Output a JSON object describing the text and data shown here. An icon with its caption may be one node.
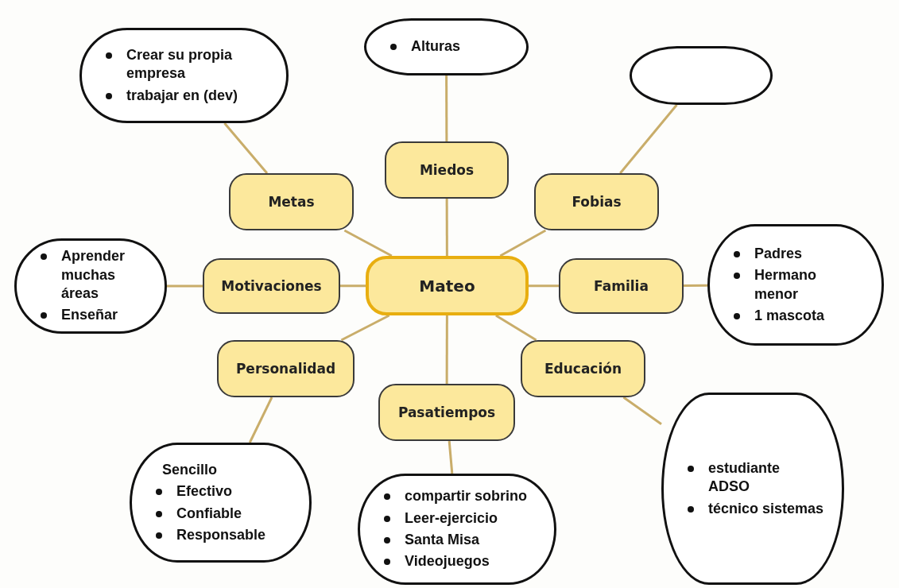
{
  "diagram": {
    "nodes": [
      {
        "text": [
          "Alturas"
        ]
      },
      {
        "text": [
          "Crear su propia empresa",
          "trabajar en (dev)"
        ]
      },
      {
        "text": [],
        "shape": "box"
      },
      {
        "text": [
          "Miedos"
        ]
      },
      {
        "text": [
          "Metas"
        ]
      },
      {
        "text": [
          "Fobias"
        ]
      },
      {
        "text": [
          "Aprender muchas áreas",
          "Enseñar"
        ]
      },
      {
        "text": [
          "Motivaciones"
        ]
      },
      {
        "text": [
          "Mateo"
        ]
      },
      {
        "text": [
          "Familia"
        ]
      },
      {
        "text": [
          "Padres",
          "Hermano menor",
          "1 mascota"
        ]
      },
      {
        "text": [
          "Personalidad"
        ]
      },
      {
        "text": [
          "Educación"
        ]
      },
      {
        "text": [
          "Pasatiempos"
        ]
      },
      {
        "text": [
          "estudiante ADSO",
          "técnico sistemas"
        ]
      },
      {
        "text": [
          "Sencillo",
          "Efectivo",
          "Confiable",
          "Responsable"
        ]
      },
      {
        "text": [
          "compartir sobrino",
          "Leer-ejercicio",
          "Santa Misa",
          "Videojuegos"
        ]
      }
    ],
    "edges": [
      {
        "from": 8,
        "to": 3,
        "arrow": "none"
      },
      {
        "from": 8,
        "to": 4,
        "arrow": "none"
      },
      {
        "from": 8,
        "to": 5,
        "arrow": "none"
      },
      {
        "from": 8,
        "to": 7,
        "arrow": "none"
      },
      {
        "from": 8,
        "to": 9,
        "arrow": "none"
      },
      {
        "from": 8,
        "to": 11,
        "arrow": "none"
      },
      {
        "from": 8,
        "to": 12,
        "arrow": "none"
      },
      {
        "from": 8,
        "to": 13,
        "arrow": "none"
      },
      {
        "from": 3,
        "to": 0,
        "arrow": "none"
      },
      {
        "from": 4,
        "to": 1,
        "arrow": "none"
      },
      {
        "from": 5,
        "to": 2,
        "arrow": "none"
      },
      {
        "from": 7,
        "to": 6,
        "arrow": "none"
      },
      {
        "from": 9,
        "to": 10,
        "arrow": "none"
      },
      {
        "from": 11,
        "to": 15,
        "arrow": "none"
      },
      {
        "from": 13,
        "to": 16,
        "arrow": "none"
      },
      {
        "from": 12,
        "to": 14,
        "arrow": "none"
      }
    ]
  }
}
